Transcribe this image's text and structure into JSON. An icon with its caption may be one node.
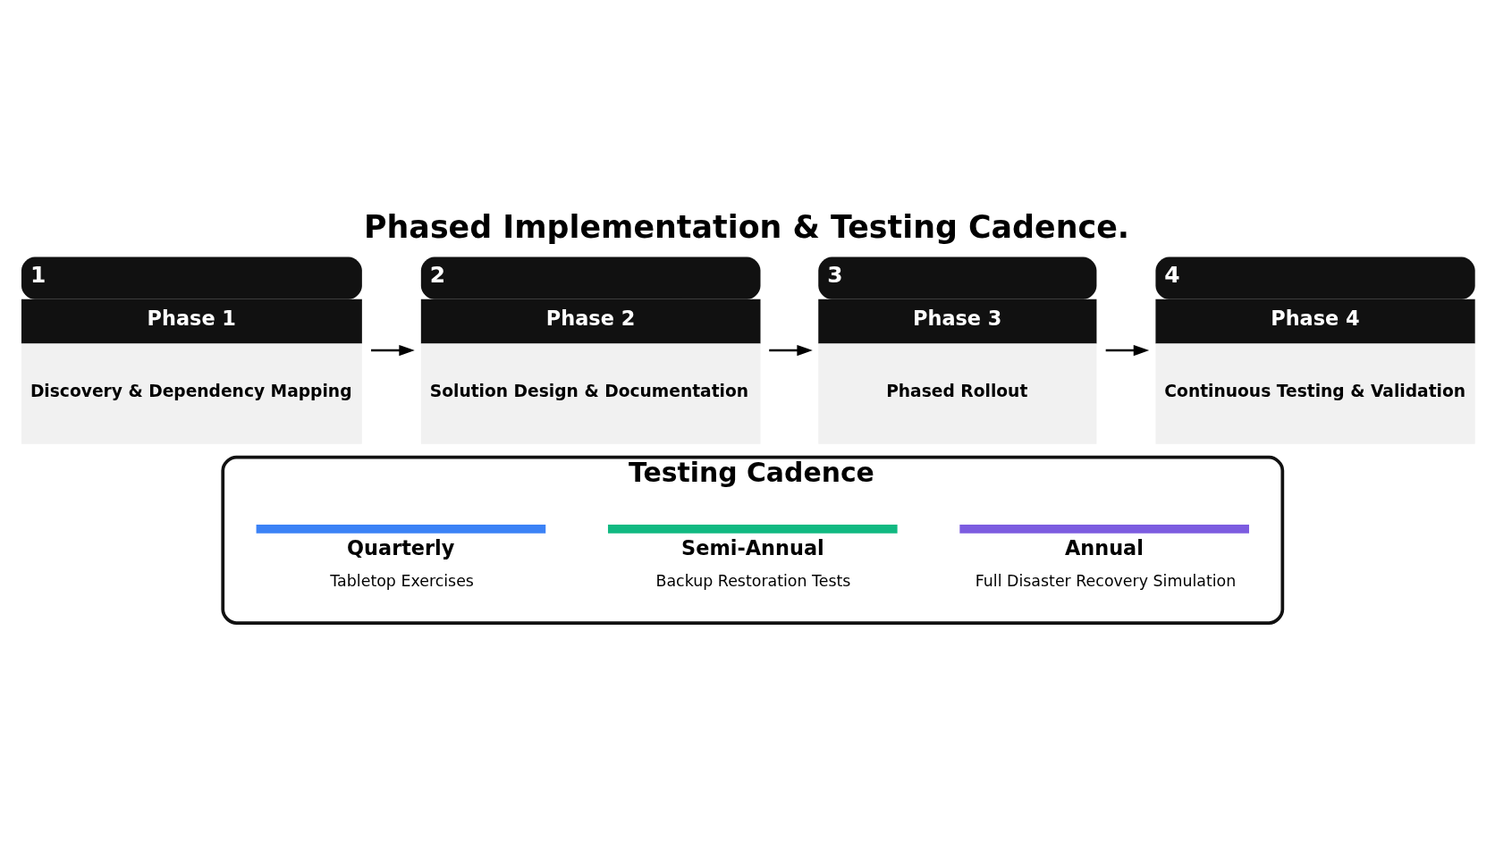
{
  "diagram": {
    "title": "Phased Implementation & Testing Cadence.",
    "nodes": [
      {
        "text": [
          "1",
          "Phase 1",
          "Discovery & Dependency Mapping"
        ]
      },
      {
        "text": [
          "2",
          "Phase 2",
          "Solution Design & Documentation"
        ]
      },
      {
        "text": [
          "3",
          "Phase 3",
          "Phased Rollout"
        ]
      },
      {
        "text": [
          "4",
          "Phase 4",
          "Continuous Testing & Validation"
        ]
      },
      {
        "text": [
          "Testing Cadence"
        ]
      },
      {
        "text": [
          "Quarterly",
          "Tabletop Exercises"
        ],
        "in": 4
      },
      {
        "text": [
          "Semi-Annual",
          "Backup Restoration Tests"
        ],
        "in": 4
      },
      {
        "text": [
          "Annual",
          "Full Disaster Recovery Simulation"
        ],
        "in": 4
      }
    ],
    "edges": [
      {
        "from": 0,
        "to": 1,
        "arrow": "to"
      },
      {
        "from": 1,
        "to": 2,
        "arrow": "to"
      },
      {
        "from": 2,
        "to": 3,
        "arrow": "to"
      }
    ]
  }
}
